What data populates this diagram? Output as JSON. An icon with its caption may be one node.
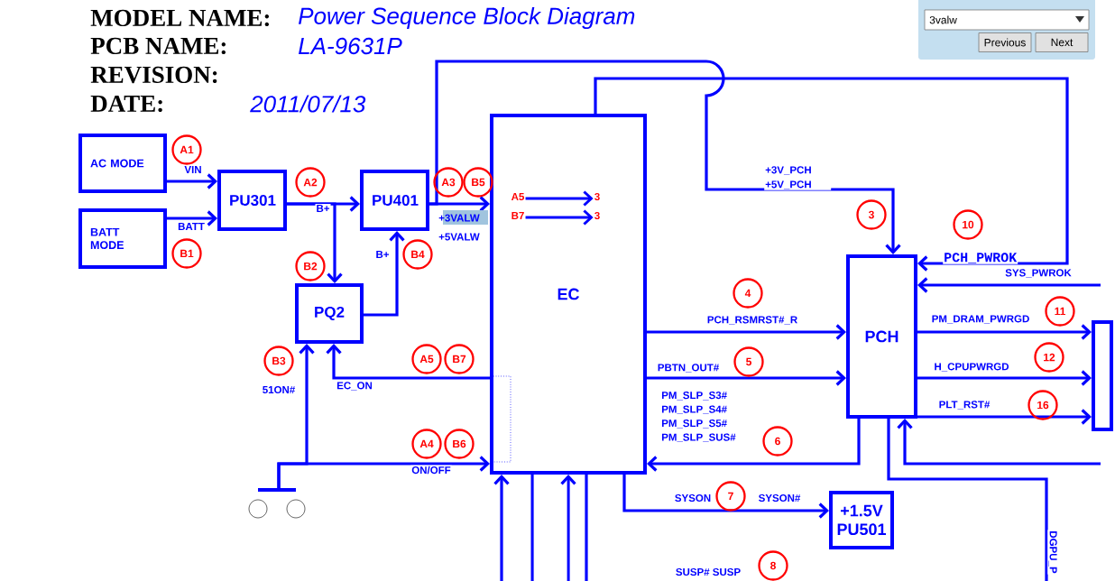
{
  "diagram": {
    "nodes": [
      {
        "text": [
          "AC MODE"
        ]
      },
      {
        "text": [
          "BATT MODE"
        ]
      },
      {
        "text": [
          "PU301"
        ]
      },
      {
        "text": [
          "PU401"
        ]
      },
      {
        "text": [
          "PQ2"
        ]
      },
      {
        "text": [
          "EC"
        ]
      },
      {
        "text": [
          "PCH"
        ]
      },
      {
        "text": [
          "+1.5V PU501"
        ]
      },
      {
        "text": [],
        "shape": "box"
      },
      {
        "text": [],
        "shape": "picture"
      },
      {
        "text": [],
        "shape": "box",
        "in": 5
      },
      {
        "text": [
          "A5"
        ],
        "in": 5
      },
      {
        "text": [
          "3"
        ],
        "in": 5
      },
      {
        "text": [
          "B7"
        ],
        "in": 5
      },
      {
        "text": [
          "3"
        ],
        "in": 5
      }
    ],
    "edges": [
      {
        "from": 0,
        "to": 2,
        "arrow": "to",
        "label": "VIN"
      },
      {
        "from": 1,
        "to": 2,
        "arrow": "to",
        "label": "BATT"
      },
      {
        "from": 2,
        "to": 3,
        "arrow": "to",
        "label": "B+"
      },
      {
        "from": 2,
        "to": 4,
        "arrow": "to"
      },
      {
        "from": 4,
        "to": 3,
        "arrow": "to",
        "label": "B+"
      },
      {
        "from": 3,
        "to": 5,
        "arrow": "to",
        "label": "+3VALW +5VALW"
      },
      {
        "from": 3,
        "to": 6,
        "arrow": "to",
        "label": "+3V_PCH +5V_PCH"
      },
      {
        "from": 5,
        "to": 6,
        "arrow": "to",
        "label": "PCH_PWROK"
      },
      {
        "from": null,
        "to": 6,
        "arrow": "to",
        "label": "SYS_PWROK"
      },
      {
        "from": 5,
        "to": 6,
        "arrow": "to",
        "label": "PCH_RSMRST#_R"
      },
      {
        "from": 5,
        "to": 6,
        "arrow": "to",
        "label": "PBTN_OUT#"
      },
      {
        "from": 6,
        "to": 5,
        "arrow": "to",
        "label": "PM_SLP_S3# PM_SLP_S4# PM_SLP_S5# PM_SLP_SUS#"
      },
      {
        "from": 6,
        "to": 8,
        "arrow": "to",
        "label": "PM_DRAM_PWRGD"
      },
      {
        "from": 6,
        "to": 8,
        "arrow": "to",
        "label": "H_CPUPWRGD"
      },
      {
        "from": 6,
        "to": 8,
        "arrow": "to",
        "label": "PLT_RST#"
      },
      {
        "from": null,
        "to": 6,
        "arrow": "to"
      },
      {
        "from": 6,
        "to": null,
        "arrow": "none",
        "label": "DGPU_P"
      },
      {
        "from": 5,
        "to": 7,
        "arrow": "to",
        "label": "SYSON"
      },
      {
        "from": 5,
        "to": 4,
        "arrow": "to",
        "label": "EC_ON"
      },
      {
        "from": 9,
        "to": 5,
        "arrow": "to",
        "label": "ON/OFF"
      },
      {
        "from": 9,
        "to": 4,
        "arrow": "to",
        "label": "51ON#"
      },
      {
        "from": null,
        "to": 5,
        "arrow": "to"
      },
      {
        "from": null,
        "to": 5,
        "arrow": "none"
      },
      {
        "from": null,
        "to": 5,
        "arrow": "to"
      },
      {
        "from": null,
        "to": 5,
        "arrow": "none"
      },
      {
        "from": 11,
        "to": 12,
        "arrow": "to"
      },
      {
        "from": 13,
        "to": 14,
        "arrow": "to"
      }
    ],
    "labels": [
      "MODEL NAME:",
      "Power Sequence Block Diagram",
      "PCB NAME:",
      "LA-9631P",
      "REVISION:",
      "DATE:",
      "2011/07/13",
      "3valw",
      "Previous",
      "Next",
      "A1",
      "A2",
      "A3",
      "B5",
      "B1",
      "B2",
      "B4",
      "B3",
      "A5",
      "B7",
      "A4",
      "B6",
      "3",
      "10",
      "4",
      "5",
      "11",
      "12",
      "6",
      "16",
      "7",
      "8",
      "SYSON#",
      "SUSP# SUSP"
    ]
  }
}
